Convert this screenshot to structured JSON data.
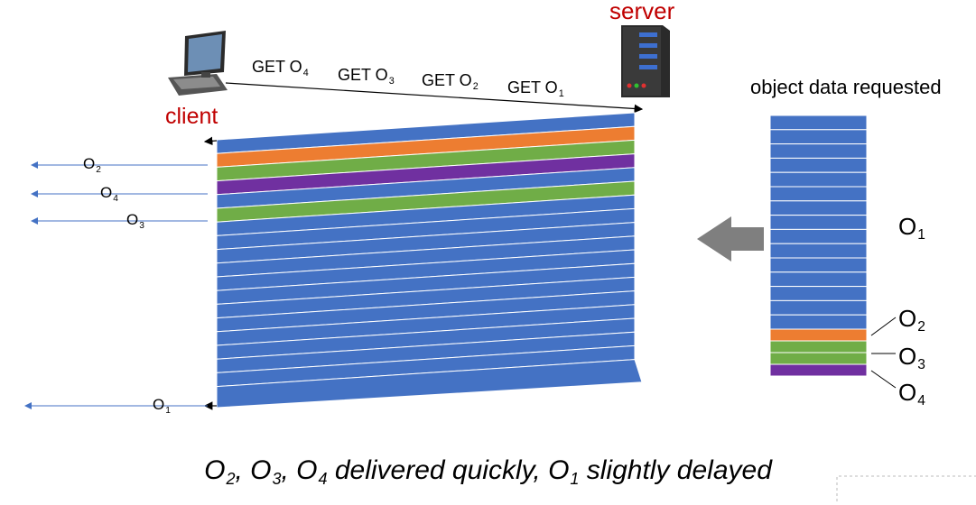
{
  "labels": {
    "server": "server",
    "client": "client",
    "object_data_requested": "object data requested"
  },
  "requests": [
    {
      "text": "GET O",
      "sub": "4"
    },
    {
      "text": "GET O",
      "sub": "3"
    },
    {
      "text": "GET O",
      "sub": "2"
    },
    {
      "text": "GET O",
      "sub": "1"
    }
  ],
  "left_arrivals": [
    {
      "text": "O",
      "sub": "2"
    },
    {
      "text": "O",
      "sub": "4"
    },
    {
      "text": "O",
      "sub": "3"
    },
    {
      "text": "O",
      "sub": "1"
    }
  ],
  "legend": [
    {
      "text": "O",
      "sub": "1"
    },
    {
      "text": "O",
      "sub": "2"
    },
    {
      "text": "O",
      "sub": "3"
    },
    {
      "text": "O",
      "sub": "4"
    }
  ],
  "caption": {
    "parts": [
      {
        "t": "O"
      },
      {
        "s": "2"
      },
      {
        "t": ", O"
      },
      {
        "s": "3"
      },
      {
        "t": ", O"
      },
      {
        "s": "4"
      },
      {
        "t": " delivered quickly, O"
      },
      {
        "s": "1"
      },
      {
        "t": " slightly delayed"
      }
    ]
  },
  "colors": {
    "o1_blue": "#4472c4",
    "o2_orange": "#ed7d31",
    "o3_o4_green": "#70ad47",
    "purple": "#7030a0",
    "arrow_gray": "#7f7f7f",
    "label_red": "#c00000"
  },
  "icons": [
    "computer-icon",
    "server-icon"
  ]
}
